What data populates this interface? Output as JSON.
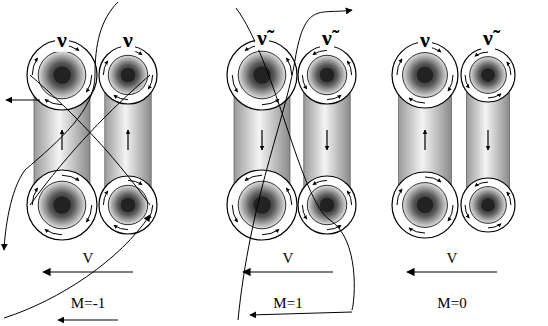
{
  "diagram": {
    "labels": [
      "ν",
      "ν",
      "ν̃",
      "ν̃",
      "ν",
      "ν̃",
      "V",
      "V",
      "V",
      "M=-1",
      "M=1",
      "M=0"
    ]
  }
}
